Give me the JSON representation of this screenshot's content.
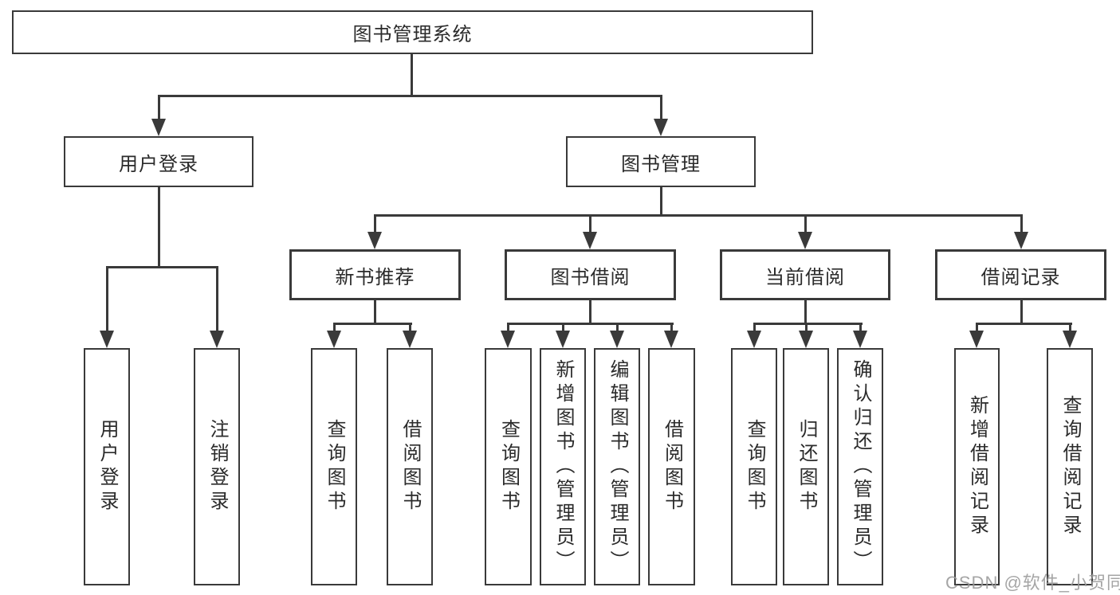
{
  "root": {
    "label": "图书管理系统"
  },
  "branches": [
    {
      "label": "用户登录",
      "children": [
        {
          "label": "用户登录"
        },
        {
          "label": "注销登录"
        }
      ]
    },
    {
      "label": "图书管理",
      "children": [
        {
          "label": "新书推荐",
          "children": [
            {
              "label": "查询图书"
            },
            {
              "label": "借阅图书"
            }
          ]
        },
        {
          "label": "图书借阅",
          "children": [
            {
              "label": "查询图书"
            },
            {
              "label": "新增图书（管理员）"
            },
            {
              "label": "编辑图书（管理员）"
            },
            {
              "label": "借阅图书"
            }
          ]
        },
        {
          "label": "当前借阅",
          "children": [
            {
              "label": "查询图书"
            },
            {
              "label": "归还图书"
            },
            {
              "label": "确认归还（管理员）"
            }
          ]
        },
        {
          "label": "借阅记录",
          "children": [
            {
              "label": "新增借阅记录"
            },
            {
              "label": "查询借阅记录"
            }
          ]
        }
      ]
    }
  ],
  "watermark": {
    "text": "CSDN @软件_小贺同学"
  },
  "style": {
    "line_color": "#3a3a3a",
    "text_color": "#2b2b2b",
    "background_color": "#ffffff",
    "watermark_color": "#999999"
  }
}
